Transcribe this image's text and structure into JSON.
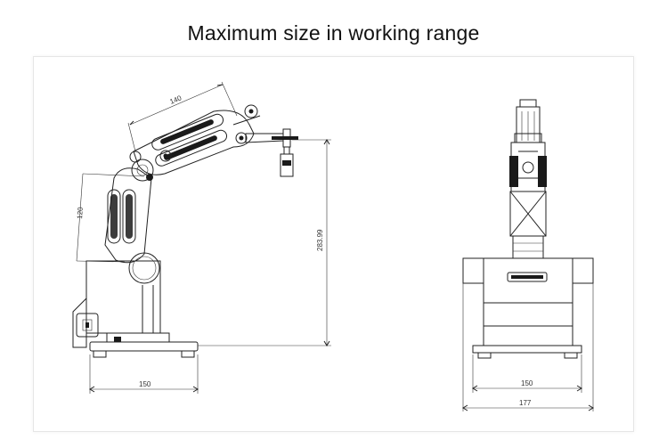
{
  "title": "Maximum size in working range",
  "side_view": {
    "dim_upper_arm": "140",
    "dim_lower_arm": "120",
    "dim_height": "283.99",
    "dim_base_width": "150"
  },
  "front_view": {
    "dim_base_width": "150",
    "dim_total_width": "177"
  }
}
